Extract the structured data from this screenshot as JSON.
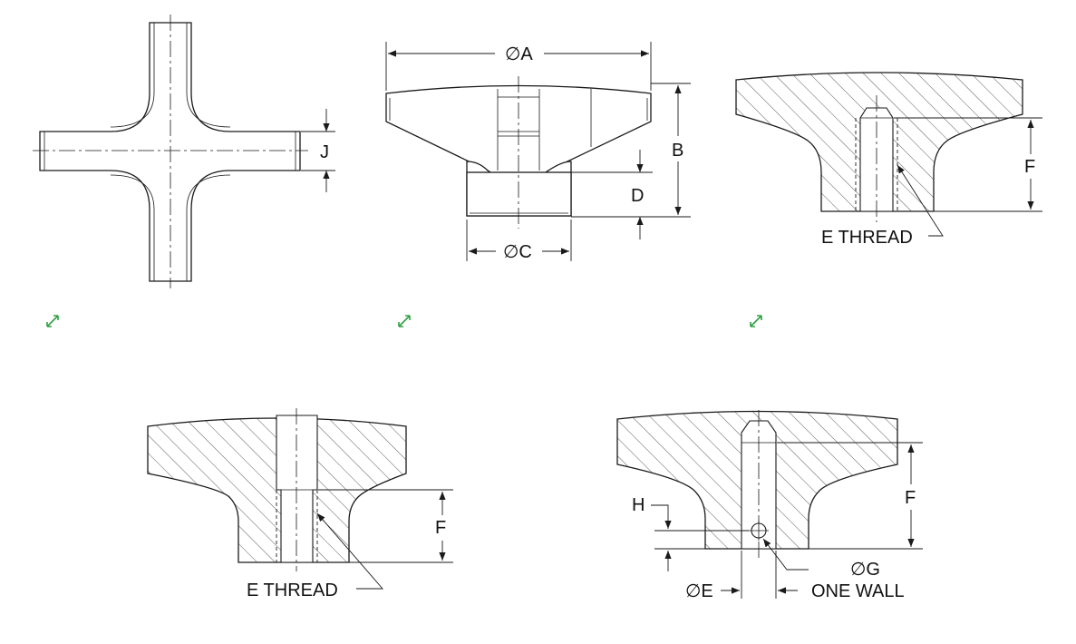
{
  "labels": {
    "dia_a": "∅A",
    "dim_b": "B",
    "dia_c": "∅C",
    "dim_d": "D",
    "dim_j": "J",
    "dim_f_1": "F",
    "e_thread_1": "E THREAD",
    "e_thread_2": "E THREAD",
    "dim_f_2": "F",
    "dim_f_3": "F",
    "dim_h": "H",
    "dia_g": "∅G",
    "one_wall": "ONE WALL",
    "dia_e": "∅E"
  },
  "icons": [
    "expand-icon",
    "expand-icon",
    "expand-icon"
  ],
  "colors": {
    "line": "#1a1a1a",
    "expand_icon": "#2ea043"
  }
}
